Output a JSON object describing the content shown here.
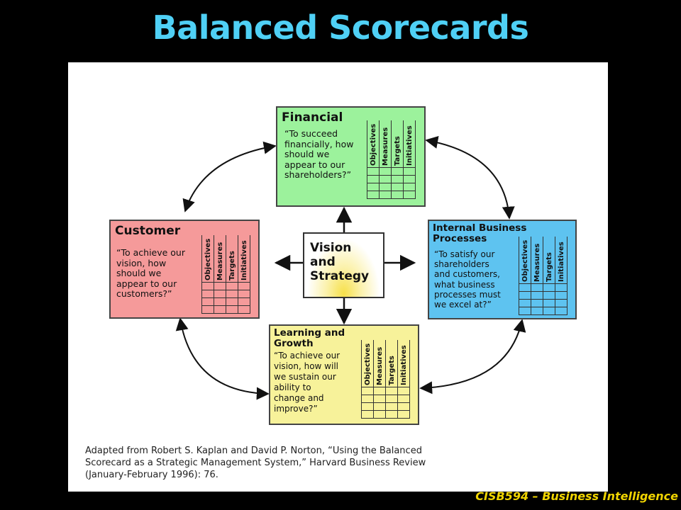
{
  "slide": {
    "title": "Balanced Scorecards",
    "footer": "CISB594 – Business Intelligence"
  },
  "diagram": {
    "center": {
      "line1": "Vision",
      "line2": "and",
      "line3": "Strategy",
      "color": "#f6e04a"
    },
    "columns": [
      "Objectives",
      "Measures",
      "Targets",
      "Initiatives"
    ],
    "perspectives": {
      "financial": {
        "title": "Financial",
        "color": "#9cf29c",
        "quote": [
          "“To succeed",
          "financially, how",
          "should we",
          "appear to our",
          "shareholders?”"
        ]
      },
      "customer": {
        "title": "Customer",
        "color": "#f59a9a",
        "quote": [
          "“To achieve our",
          "vision, how",
          "should we",
          "appear to our",
          "customers?”"
        ]
      },
      "internal": {
        "title_line1": "Internal Business",
        "title_line2": "Processes",
        "color": "#5ec3f0",
        "quote": [
          "“To satisfy our",
          "shareholders",
          "and customers,",
          "what business",
          "processes must",
          "we excel at?”"
        ]
      },
      "learning": {
        "title_line1": "Learning and",
        "title_line2": "Growth",
        "color": "#f7f29a",
        "quote": [
          "“To achieve our",
          "vision, how will",
          "we sustain our",
          "ability to",
          "change and",
          "improve?”"
        ]
      }
    },
    "citation": [
      "Adapted from Robert S. Kaplan and David P. Norton, “Using the Balanced",
      "Scorecard as a Strategic Management System,” Harvard Business Review",
      "(January-February 1996): 76."
    ]
  }
}
